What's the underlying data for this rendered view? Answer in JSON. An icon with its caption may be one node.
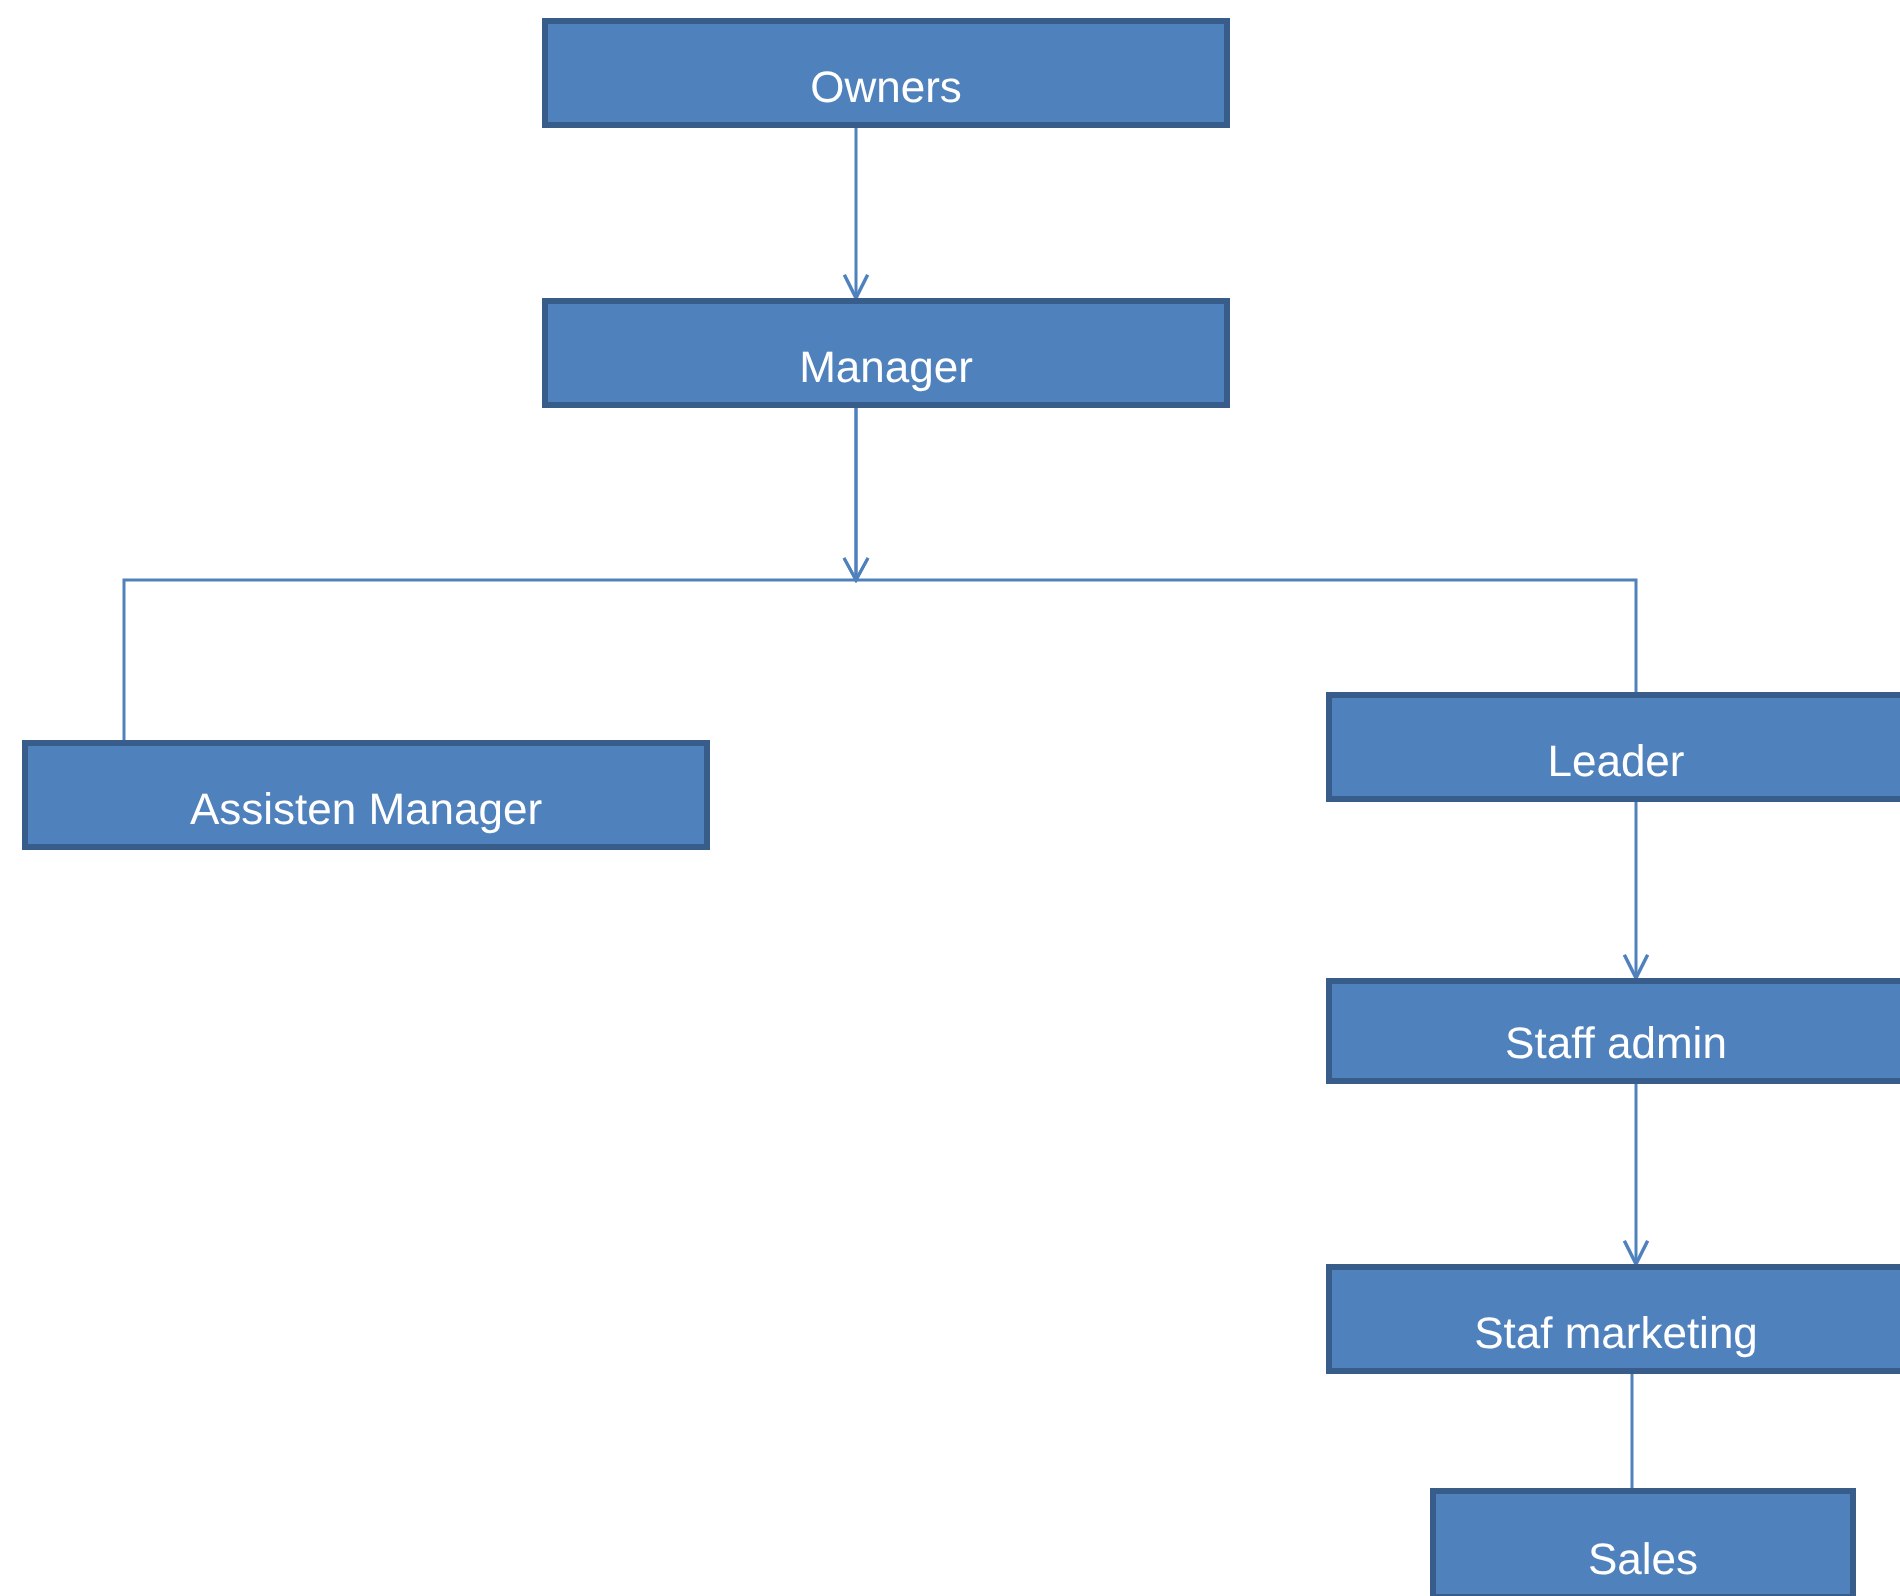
{
  "diagram": {
    "nodes": [
      {
        "text": [
          "Owners"
        ]
      },
      {
        "text": [
          "Manager"
        ]
      },
      {
        "text": [
          "Assisten Manager"
        ]
      },
      {
        "text": [
          "Leader"
        ]
      },
      {
        "text": [
          "Staff admin"
        ]
      },
      {
        "text": [
          "Staf marketing"
        ]
      },
      {
        "text": [
          "Sales"
        ]
      }
    ],
    "edges": [
      {
        "from": 0,
        "to": 1,
        "arrow": "to"
      },
      {
        "from": 1,
        "to": 2,
        "arrow": "to"
      },
      {
        "from": 1,
        "to": 3,
        "arrow": "to"
      },
      {
        "from": 3,
        "to": 4,
        "arrow": "to"
      },
      {
        "from": 4,
        "to": 5,
        "arrow": "to"
      },
      {
        "from": 5,
        "to": 6,
        "arrow": "none"
      }
    ]
  }
}
